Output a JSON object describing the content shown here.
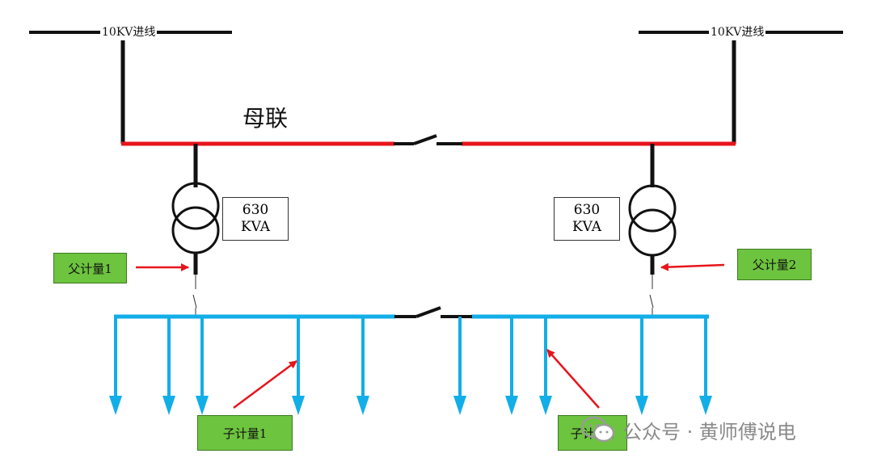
{
  "incoming_left": "10KV进线",
  "incoming_right": "10KV进线",
  "bus_tie_label": "母联",
  "transformer_left": {
    "line1": "630",
    "line2": "KVA"
  },
  "transformer_right": {
    "line1": "630",
    "line2": "KVA"
  },
  "parent_meter_left": "父计量1",
  "parent_meter_right": "父计量2",
  "sub_meter_left": "子计量1",
  "sub_meter_right": "子计量2",
  "watermark_text": "公众号 · 黄师傅说电",
  "colors": {
    "hv_bus": "#e8141c",
    "lv_bus": "#12aee8",
    "arrow": "#e8141c",
    "meter_box": "#6dc43e",
    "line": "#111111"
  },
  "icons": {
    "watermark_icon": "wechat-icon",
    "transformer": "transformer-symbol"
  }
}
